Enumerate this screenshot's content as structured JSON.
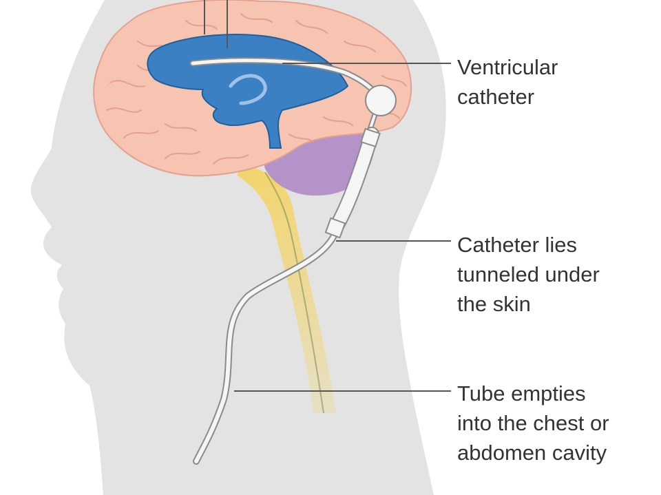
{
  "labels": {
    "ventricular_catheter": [
      "Ventricular",
      "catheter"
    ],
    "catheter_tunneled": [
      "Catheter lies",
      "tunneled under",
      "the skin"
    ],
    "tube_empties": [
      "Tube empties",
      "into the chest or",
      "abdomen cavity"
    ]
  },
  "colors": {
    "head_silhouette": "#e3e3e3",
    "brain": "#f7c4b1",
    "brain_outline": "#e3a08f",
    "ventricles": "#3b80c3",
    "ventricle_outline": "#1f5f9e",
    "cerebellum": "#ad8ac7",
    "spinal_cord": "#f3d46a",
    "catheter": "#f5f5f5",
    "catheter_outline": "#8a8a8a",
    "leader_line": "#555555",
    "text": "#333333"
  }
}
